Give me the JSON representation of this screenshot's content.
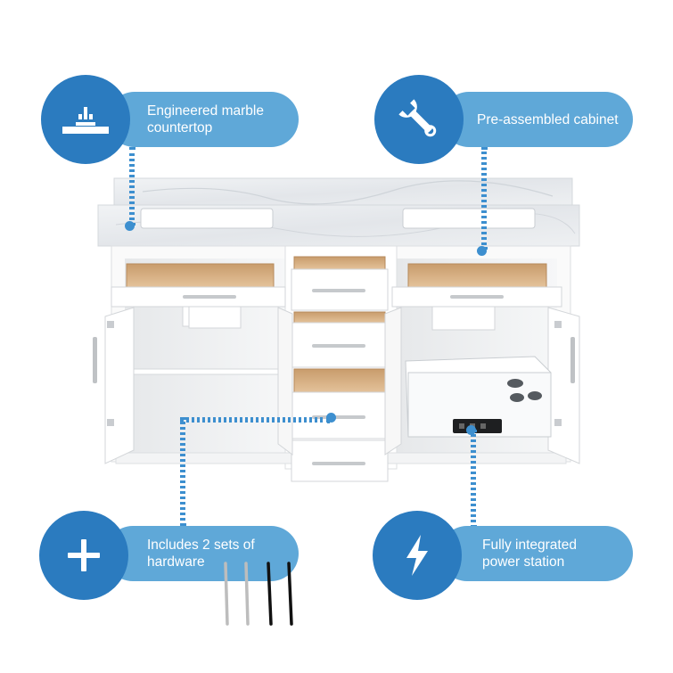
{
  "image": {
    "subject": "white double-sink bathroom vanity with open doors and drawers",
    "colors": {
      "accent_dark": "#2b7bbf",
      "accent_light": "#5fa8d8",
      "cabinet": "#ffffff",
      "countertop": "#e9ecef",
      "drawer_wood": "#dcb68a"
    }
  },
  "features": [
    {
      "id": "countertop",
      "icon": "countertop-icon",
      "label": "Engineered marble\ncountertop"
    },
    {
      "id": "cabinet",
      "icon": "wrench-icon",
      "label": "Pre-assembled cabinet"
    },
    {
      "id": "hardware",
      "icon": "plus-icon",
      "label": "Includes 2 sets of\nhardware"
    },
    {
      "id": "power",
      "icon": "lightning-bolt-icon",
      "label": "Fully integrated\npower station"
    }
  ],
  "hardware_handles": [
    {
      "finish": "brushed-nickel",
      "color": "#bdbdbd"
    },
    {
      "finish": "brushed-nickel",
      "color": "#bdbdbd"
    },
    {
      "finish": "matte-black",
      "color": "#111111"
    },
    {
      "finish": "matte-black",
      "color": "#111111"
    }
  ]
}
